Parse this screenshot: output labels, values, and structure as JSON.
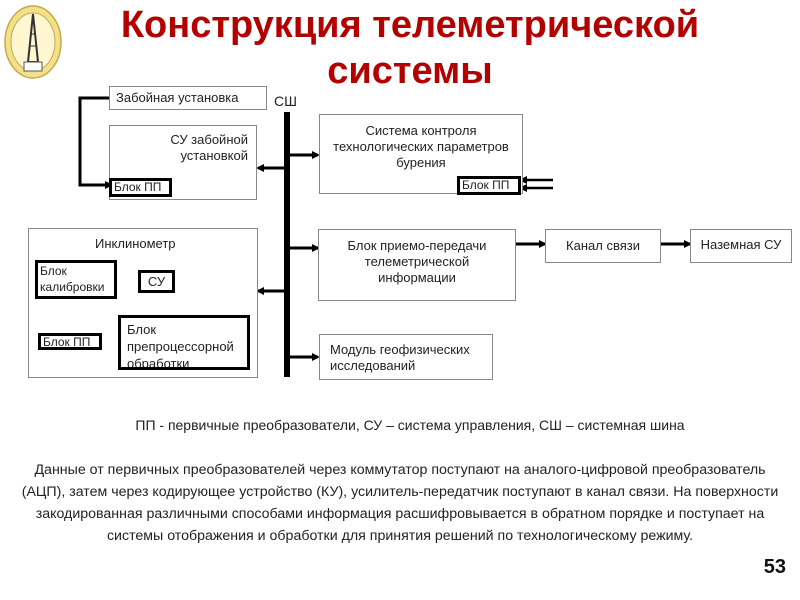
{
  "slide": {
    "title_line1": "Конструкция телеметрической",
    "title_line2": "системы",
    "page_number": "53",
    "logo": "department-drilling-logo",
    "colors": {
      "title": "#b30000",
      "lines": "#000000",
      "box_border": "#888888"
    }
  },
  "diagram": {
    "bus_label": "СШ",
    "blocks": {
      "downhole_unit": "Забойная установка",
      "downhole_control_line1": "СУ забойной",
      "downhole_control_line2": "установкой",
      "downhole_pp": "Блок ПП",
      "inclinometer": "Инклинометр",
      "calibration_line1": "Блок",
      "calibration_line2": "калибровки",
      "incl_control": "СУ",
      "incl_pp": "Блок ПП",
      "preproc_line1": "Блок",
      "preproc_line2": "препроцессорной",
      "preproc_line3": "обработки",
      "drilling_control_line1": "Система контроля",
      "drilling_control_line2": "технологических параметров",
      "drilling_control_line3": "бурения",
      "drilling_pp": "Блок ПП",
      "transceiver_line1": "Блок приемо-передачи",
      "transceiver_line2": "телеметрической",
      "transceiver_line3": "информации",
      "channel": "Канал связи",
      "ground_control": "Наземная СУ",
      "geophys_line1": "Модуль геофизических",
      "geophys_line2": "исследований"
    }
  },
  "legend": "ПП - первичные преобразователи, СУ – система управления, СШ – системная шина",
  "description": "Данные от первичных преобразователей через коммутатор поступают на аналого-цифровой преобразователь (АЦП), затем через кодирующее устройство (КУ), усилитель-передатчик поступают в канал связи. На поверхности закодированная различными способами информация расшифровывается в обратном порядке и поступает на системы отображения и обработки для принятия решений по технологическому режиму."
}
